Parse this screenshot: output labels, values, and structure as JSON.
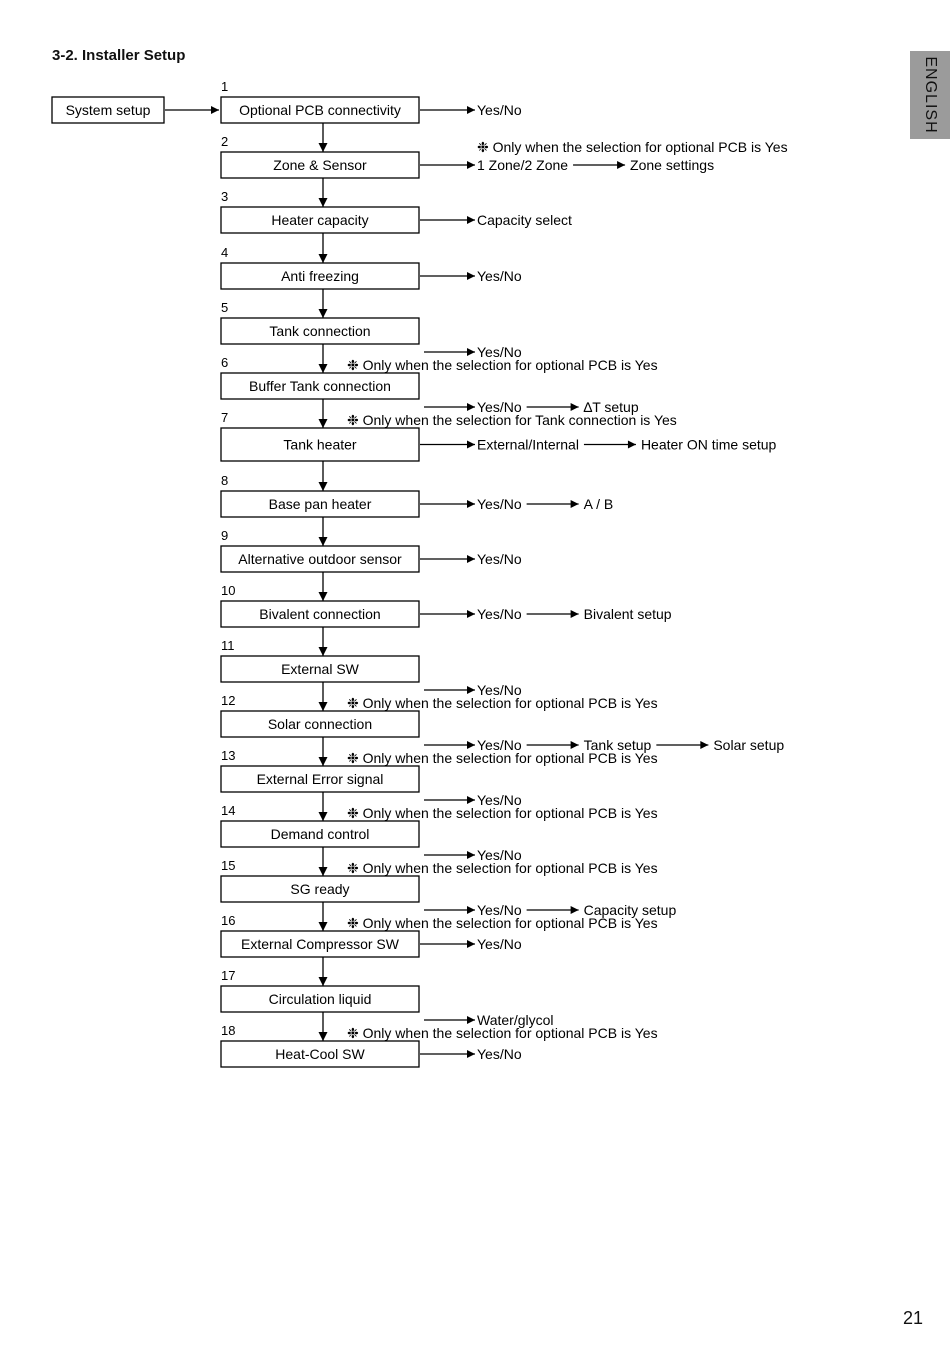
{
  "title": "3-2. Installer Setup",
  "language_tab": "ENGLISH",
  "page_number": "21",
  "start_box": "System setup",
  "condition_marker": "❉",
  "steps": [
    {
      "num": "1",
      "label": "Optional PCB connectivity",
      "options": [
        "Yes/No"
      ]
    },
    {
      "num": "2",
      "label": "Zone & Sensor",
      "note": "Only when the selection for optional PCB is Yes",
      "options": [
        "1 Zone/2 Zone",
        "Zone settings"
      ]
    },
    {
      "num": "3",
      "label": "Heater capacity",
      "options": [
        "Capacity select"
      ]
    },
    {
      "num": "4",
      "label": "Anti freezing",
      "options": [
        "Yes/No"
      ]
    },
    {
      "num": "5",
      "label": "Tank connection",
      "options": [
        "Yes/No"
      ]
    },
    {
      "num": "6",
      "label": "Buffer Tank connection",
      "note": "Only when the selection for optional PCB is Yes",
      "options": [
        "Yes/No",
        "∆T setup"
      ]
    },
    {
      "num": "7",
      "label": "Tank heater",
      "note": "Only when the selection for Tank connection is Yes",
      "options": [
        "External/Internal",
        "Heater ON time setup"
      ]
    },
    {
      "num": "8",
      "label": "Base pan heater",
      "options": [
        "Yes/No",
        "A / B"
      ]
    },
    {
      "num": "9",
      "label": "Alternative outdoor sensor",
      "options": [
        "Yes/No"
      ]
    },
    {
      "num": "10",
      "label": "Bivalent connection",
      "options": [
        "Yes/No",
        "Bivalent setup"
      ]
    },
    {
      "num": "11",
      "label": "External SW",
      "options": [
        "Yes/No"
      ]
    },
    {
      "num": "12",
      "label": "Solar connection",
      "note": "Only when the selection for optional PCB is Yes",
      "options": [
        "Yes/No",
        "Tank setup",
        "Solar setup"
      ]
    },
    {
      "num": "13",
      "label": "External Error signal",
      "note": "Only when the selection for optional PCB is Yes",
      "options": [
        "Yes/No"
      ]
    },
    {
      "num": "14",
      "label": "Demand control",
      "note": "Only when the selection for optional PCB is Yes",
      "options": [
        "Yes/No"
      ]
    },
    {
      "num": "15",
      "label": "SG ready",
      "note": "Only when the selection for optional PCB is Yes",
      "options": [
        "Yes/No",
        "Capacity setup"
      ]
    },
    {
      "num": "16",
      "label": "External Compressor SW",
      "note": "Only when the selection for optional PCB is Yes",
      "options": [
        "Yes/No"
      ]
    },
    {
      "num": "17",
      "label": "Circulation liquid",
      "options": [
        "Water/glycol"
      ]
    },
    {
      "num": "18",
      "label": "Heat-Cool SW",
      "note": "Only when the selection for optional PCB is Yes",
      "options": [
        "Yes/No"
      ]
    }
  ]
}
